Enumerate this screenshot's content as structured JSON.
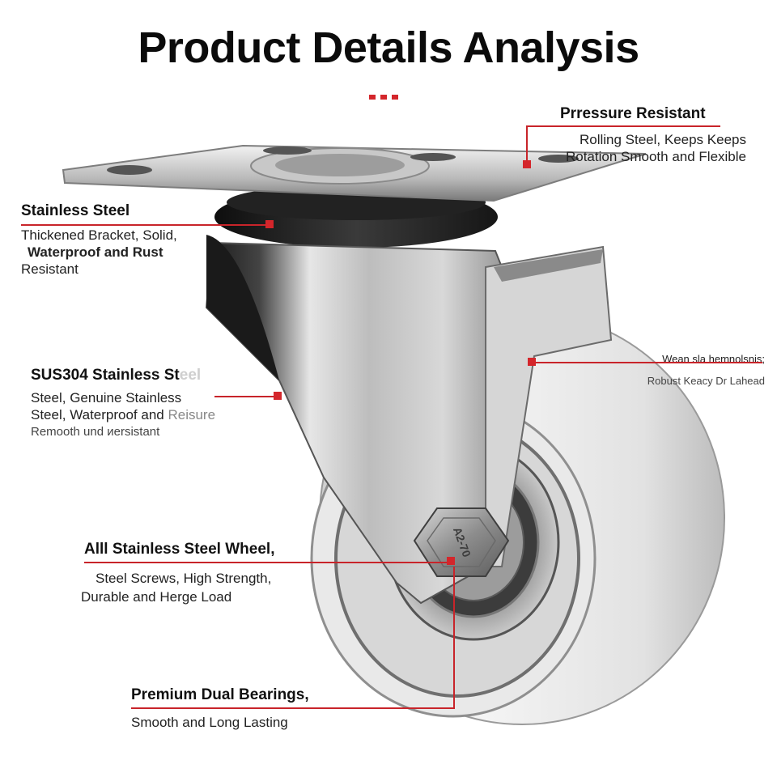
{
  "title": "Product Details Analysis",
  "accent_color": "#d4262b",
  "callouts": {
    "pressure": {
      "heading": "Prressure Resistant",
      "line1": "Rolling Steel, Keeps Keeps",
      "line2": "Rotation Smooth and Flexible"
    },
    "stainless": {
      "heading": "Stainless Steel",
      "line1": "Thickened Bracket, Solid,",
      "line2": "Waterproof and Rust",
      "line3": "Resistant"
    },
    "sus304": {
      "heading": "SUS304 Stainless St",
      "heading_faded": "eel",
      "line1": "Steel, Genuine Stainless",
      "line2a": "Steel, Waterproof and ",
      "line2b": "Reisure",
      "line3": "Remooth und иersistant"
    },
    "wear": {
      "line1": "Wean sla hemnolsnis;",
      "line2": "Robust Keacy Dr Lahead"
    },
    "wheel": {
      "heading": "Alll Stainless Steel Wheel,",
      "line1": "Steel Screws, High Strength,",
      "line2": "Durable and Herge Load"
    },
    "bearings": {
      "heading": "Premium Dual Bearings,",
      "line1": "Smooth and Long Lasting"
    }
  },
  "bolt_marking": "A2-70"
}
